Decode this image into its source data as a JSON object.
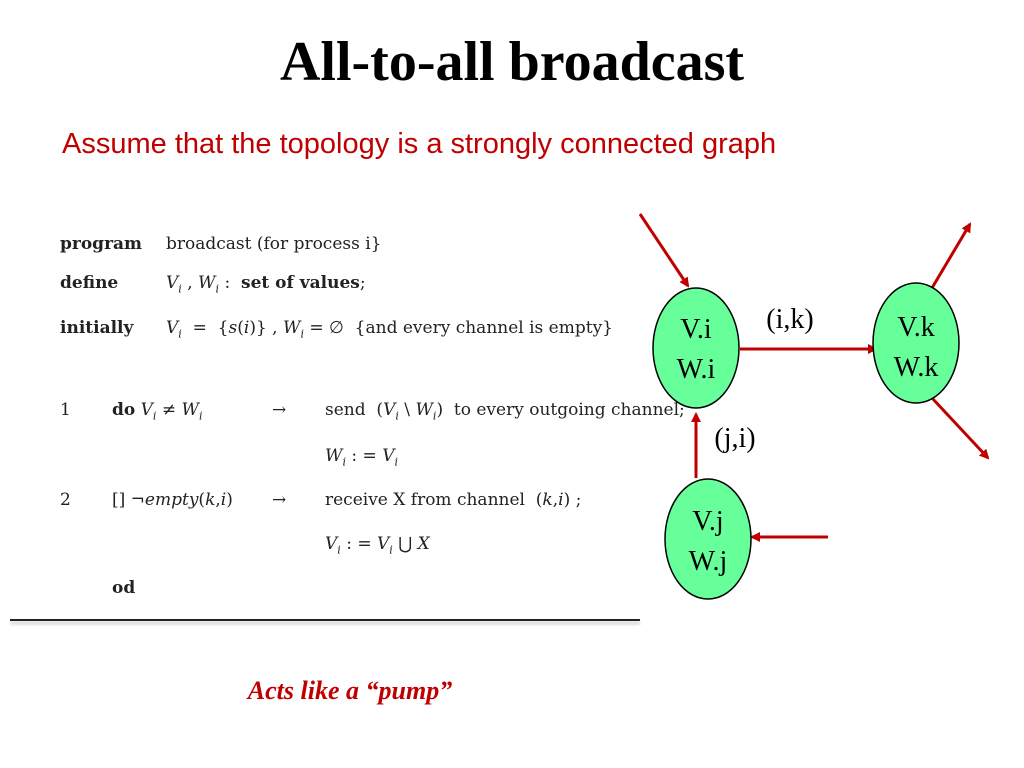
{
  "slide": {
    "title": "All-to-all broadcast",
    "subtitle": "Assume that the topology is a strongly connected graph",
    "caption": "Acts like a “pump”"
  },
  "program": {
    "kw_program": "program",
    "program_text": "broadcast (for process i}",
    "kw_define": "define",
    "define_text": "set of values",
    "kw_initially": "initially",
    "initially_text": "{and every channel is empty}",
    "line1_num": "1",
    "kw_do": "do",
    "arrow": "→",
    "send_text": "send",
    "send_tail": "to every outgoing channel;",
    "line2_num": "2",
    "guard_prefix": "[] ¬",
    "guard_fn": "empty",
    "receive_text": "receive X from channel",
    "kw_od": "od"
  },
  "diagram": {
    "nodes": [
      {
        "id": "i",
        "line1": "V.i",
        "line2": "W.i"
      },
      {
        "id": "k",
        "line1": "V.k",
        "line2": "W.k"
      },
      {
        "id": "j",
        "line1": "V.j",
        "line2": "W.j"
      }
    ],
    "edges": [
      {
        "from": "i",
        "to": "k",
        "label": "(i,k)"
      },
      {
        "from": "j",
        "to": "i",
        "label": "(j,i)"
      }
    ],
    "colors": {
      "node_fill": "#66ff99",
      "edge": "#c00000",
      "node_stroke": "#000000"
    }
  }
}
